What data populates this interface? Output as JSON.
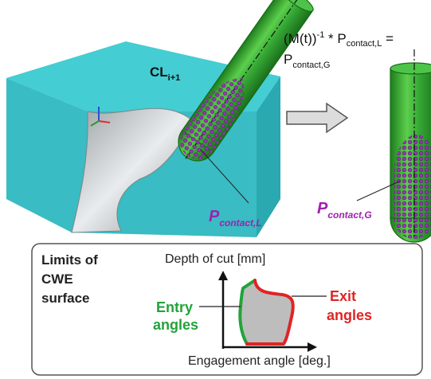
{
  "labels": {
    "cl_main": "CL",
    "cl_sub": "i+1",
    "formula_line1_pre": "(M(t))",
    "formula_line1_sup": "-1",
    "formula_line1_mid": " * P",
    "formula_line1_sub": "contact,L",
    "formula_line1_post": " =",
    "formula_line2_main": "P",
    "formula_line2_sub": "contact,G",
    "p_local_main": "P",
    "p_local_sub": "contact,L",
    "p_global_main": "P",
    "p_global_sub": "contact,G"
  },
  "panel": {
    "title_line1": "Limits of",
    "title_line2": "CWE",
    "title_line3": "surface",
    "y_axis_label": "Depth of cut [mm]",
    "x_axis_label": "Engagement angle [deg.]",
    "entry_line1": "Entry",
    "entry_line2": "angles",
    "exit_line1": "Exit",
    "exit_line2": "angles"
  },
  "colors": {
    "workpiece_top": "#3fc8cc",
    "workpiece_front": "#3ab8c0",
    "tool_green": "#2ea12e",
    "contact_points": "#9b30b8",
    "label_purple": "#a020b0",
    "entry_green": "#22a33a",
    "exit_red": "#e02424",
    "cwe_fill": "#bdbdbd",
    "arrow_gray": "#d6d6d6"
  }
}
